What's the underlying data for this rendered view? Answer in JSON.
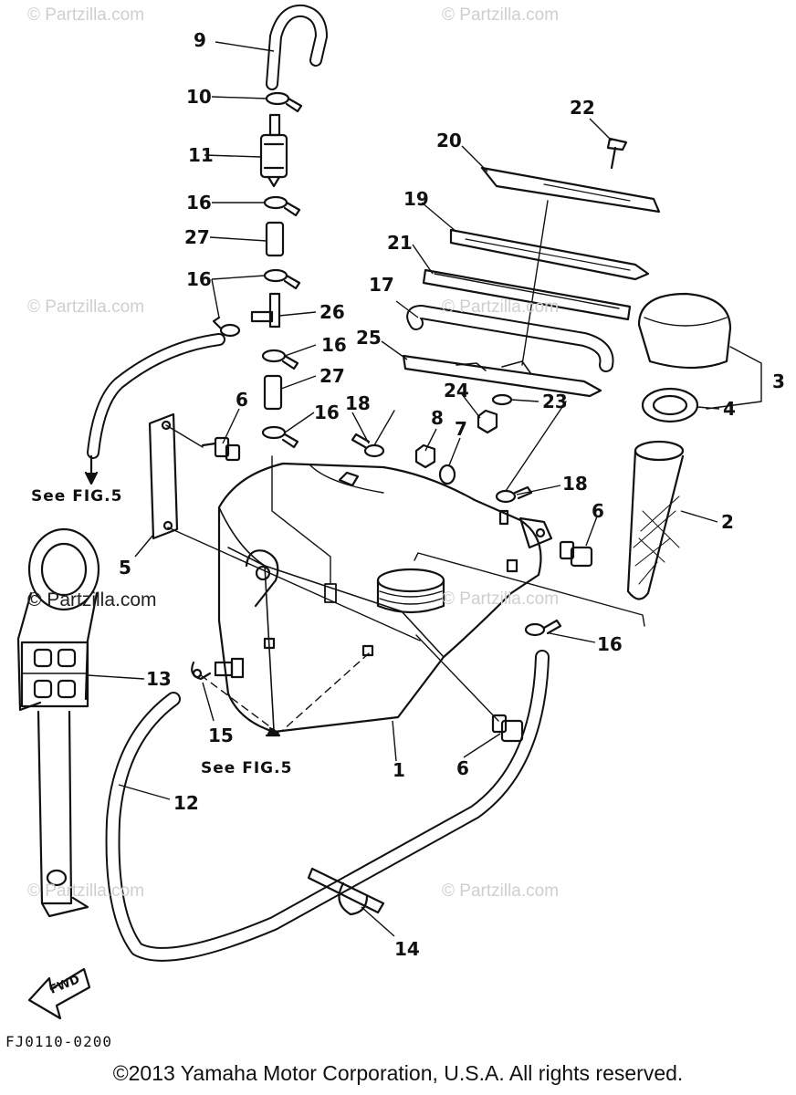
{
  "watermarks": {
    "w1": "© Partzilla.com",
    "w2": "© Partzilla.com",
    "w3": "© Partzilla.com",
    "w4": "© Partzilla.com",
    "w5": "© Partzilla.com",
    "w6": "© Partzilla.com",
    "w7": "© Partzilla.com",
    "w8": "© Partzilla.com"
  },
  "callouts": {
    "c1": "1",
    "c2": "2",
    "c3": "3",
    "c4": "4",
    "c5": "5",
    "c6a": "6",
    "c6b": "6",
    "c6c": "6",
    "c7": "7",
    "c8": "8",
    "c9": "9",
    "c10": "10",
    "c11": "11",
    "c12": "12",
    "c13": "13",
    "c14": "14",
    "c15": "15",
    "c16a": "16",
    "c16b": "16",
    "c16c": "16",
    "c16d": "16",
    "c16e": "16",
    "c17": "17",
    "c18a": "18",
    "c18b": "18",
    "c19": "19",
    "c20": "20",
    "c21": "21",
    "c22": "22",
    "c23": "23",
    "c24": "24",
    "c25": "25",
    "c26": "26",
    "c27a": "27",
    "c27b": "27"
  },
  "notes": {
    "see_fig_left": "See FIG.5",
    "see_fig_bottom": "See FIG.5",
    "fwd": "FWD",
    "figure_code": "FJ0110-0200"
  },
  "copyright": "©2013 Yamaha Motor Corporation, U.S.A. All rights reserved."
}
